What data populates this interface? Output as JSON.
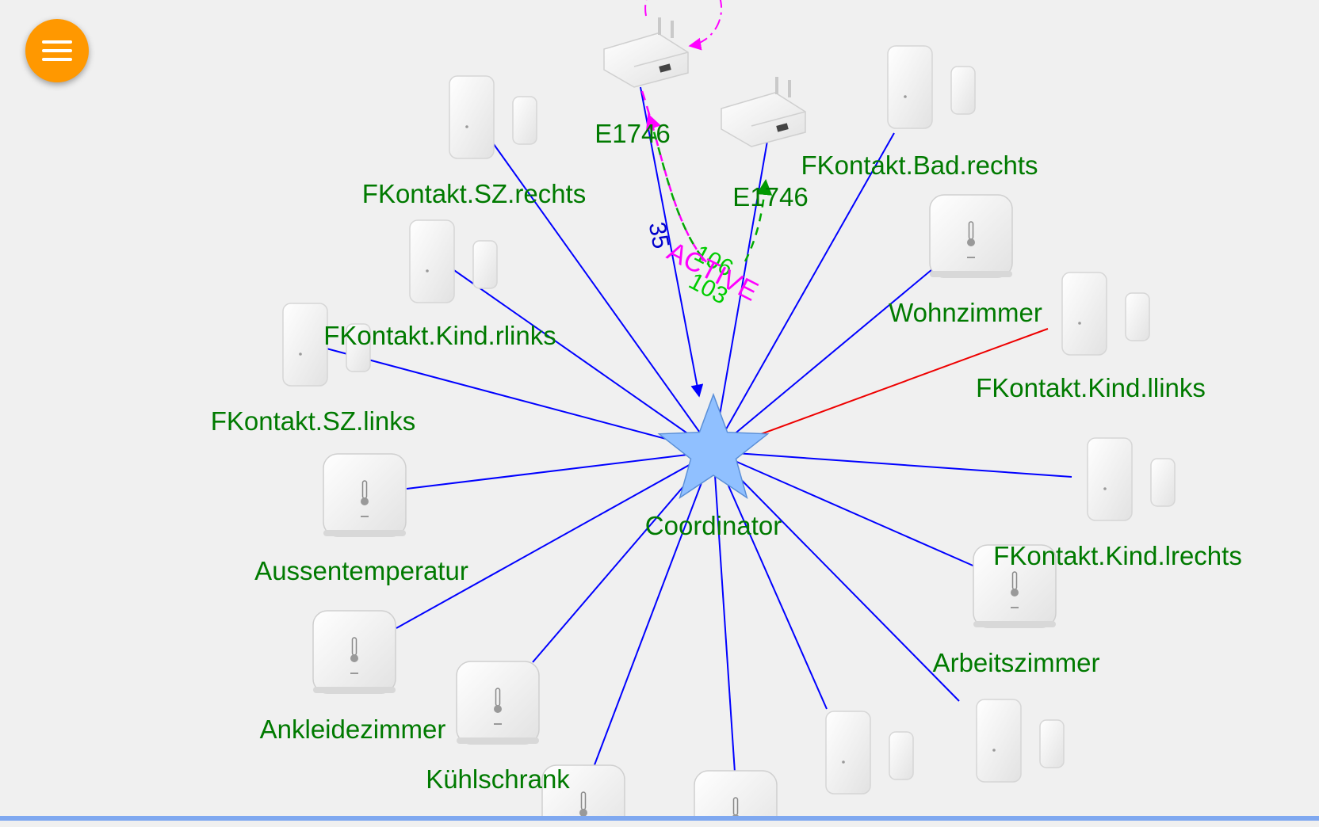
{
  "theme": {
    "background": "#f0f0f0",
    "menu_button": "#ff9800",
    "label_color": "#007a00",
    "edge_color": "#0000ff",
    "bad_edge_color": "#ee0000",
    "route_color": "#ff00ff",
    "coordinator_fill": "#90c0ff",
    "bottom_bar": "#7fa8f0"
  },
  "menu_button": {
    "icon": "hamburger-icon"
  },
  "nodes": {
    "coordinator": {
      "label": "Coordinator",
      "type": "coordinator",
      "icon": "star-icon"
    },
    "router1": {
      "label": "E1746",
      "type": "router",
      "icon": "smart-plug-icon"
    },
    "router2": {
      "label": "E1746",
      "type": "router",
      "icon": "smart-plug-icon"
    },
    "fk_sz_rechts": {
      "label": "FKontakt.SZ.rechts",
      "type": "end-device",
      "icon": "door-sensor-icon"
    },
    "fk_sz_rechts2": {
      "label": "",
      "type": "end-device",
      "icon": "door-sensor-icon"
    },
    "fk_bad_rechts": {
      "label": "FKontakt.Bad.rechts",
      "type": "end-device",
      "icon": "door-sensor-icon"
    },
    "fk_kind_rlinks": {
      "label": "FKontakt.Kind.rlinks",
      "type": "end-device",
      "icon": "door-sensor-icon"
    },
    "wohnzimmer": {
      "label": "Wohnzimmer",
      "type": "end-device",
      "icon": "thermometer-sensor-icon"
    },
    "fk_sz_links": {
      "label": "FKontakt.SZ.links",
      "type": "end-device",
      "icon": "thermometer-sensor-icon"
    },
    "fk_kind_llinks": {
      "label": "FKontakt.Kind.llinks",
      "type": "end-device",
      "icon": "door-sensor-icon"
    },
    "fk_kind_llinks2": {
      "label": "",
      "type": "end-device",
      "icon": "door-sensor-icon"
    },
    "aussentemperatur": {
      "label": "Aussentemperatur",
      "type": "end-device",
      "icon": "thermometer-sensor-icon"
    },
    "fk_kind_lrechts": {
      "label": "FKontakt.Kind.lrechts",
      "type": "end-device",
      "icon": "thermometer-sensor-icon"
    },
    "ankleidezimmer": {
      "label": "Ankleidezimmer",
      "type": "end-device",
      "icon": "thermometer-sensor-icon"
    },
    "arbeitszimmer": {
      "label": "Arbeitszimmer",
      "type": "end-device",
      "icon": "door-sensor-icon"
    },
    "kuehlschrank": {
      "label": "Kühlschrank",
      "type": "end-device",
      "icon": "thermometer-sensor-icon"
    },
    "bottom_door": {
      "label": "",
      "type": "end-device",
      "icon": "door-sensor-icon"
    },
    "bottom_temp": {
      "label": "",
      "type": "end-device",
      "icon": "thermometer-sensor-icon"
    }
  },
  "links": [
    {
      "from": "coordinator",
      "to": "fk_sz_rechts",
      "status": "normal"
    },
    {
      "from": "coordinator",
      "to": "fk_sz_rechts2",
      "status": "normal"
    },
    {
      "from": "coordinator",
      "to": "fk_kind_rlinks",
      "status": "normal"
    },
    {
      "from": "coordinator",
      "to": "fk_sz_links",
      "status": "normal"
    },
    {
      "from": "coordinator",
      "to": "aussentemperatur",
      "status": "normal"
    },
    {
      "from": "coordinator",
      "to": "ankleidezimmer",
      "status": "normal"
    },
    {
      "from": "coordinator",
      "to": "kuehlschrank",
      "status": "normal"
    },
    {
      "from": "coordinator",
      "to": "bottom_temp",
      "status": "normal"
    },
    {
      "from": "coordinator",
      "to": "bottom_door",
      "status": "normal"
    },
    {
      "from": "coordinator",
      "to": "arbeitszimmer",
      "status": "normal"
    },
    {
      "from": "coordinator",
      "to": "fk_kind_lrechts",
      "status": "normal"
    },
    {
      "from": "coordinator",
      "to": "fk_kind_llinks2",
      "status": "normal"
    },
    {
      "from": "coordinator",
      "to": "wohnzimmer",
      "status": "normal"
    },
    {
      "from": "coordinator",
      "to": "fk_bad_rechts",
      "status": "normal"
    },
    {
      "from": "coordinator",
      "to": "router2",
      "status": "normal"
    },
    {
      "from": "coordinator",
      "to": "fk_kind_llinks",
      "status": "bad"
    },
    {
      "from": "router1",
      "to": "coordinator",
      "status": "normal",
      "label": "35"
    }
  ],
  "route": {
    "status": "ACTIVE",
    "labels": [
      "106",
      "103"
    ]
  }
}
